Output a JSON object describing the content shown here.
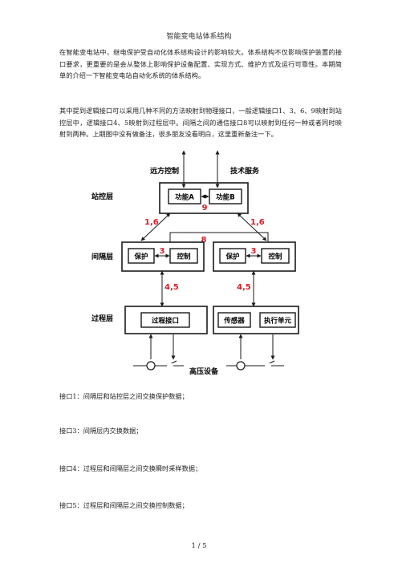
{
  "header": {
    "title": "智能变电站体系结构"
  },
  "paragraphs": {
    "p1": "在智能变电站中，继电保护受自动化体系结构设计的影响较大。体系结构不仅影响保护装置的接口要求，更重要的是会从整体上影响保护设备配置、实现方式、维护方式及运行可靠性。本期简单的介绍一下智能变电站自动化系统的体系结构。",
    "p2": "其中提到逻辑接口可以采用几种不同的方法映射到物理接口，一般逻辑接口1、3、6、9映射到站控层中，逻辑接口4、5映射到过程层中。间隔之间的通信接口8可以映射到任何一种或者同时映射到两种。上期图中没有做备注，很多朋友没看明白，这里重新备注一下。"
  },
  "figure": {
    "top_labels": {
      "remote": "远方控制",
      "tech": "技术服务"
    },
    "layers": {
      "station": "站控层",
      "bay": "间隔层",
      "process": "过程层"
    },
    "station_boxes": {
      "a": "功能A",
      "b": "功能B"
    },
    "bay_boxes": {
      "protect_left": "保护",
      "control_left": "控制",
      "protect_right": "保护",
      "control_right": "控制"
    },
    "process_boxes": {
      "process_interface": "过程接口",
      "sensor": "传感器",
      "actuator": "执行单元"
    },
    "interface_numbers": {
      "n9": "9",
      "n16_left": "1,6",
      "n16_right": "1,6",
      "n8": "8",
      "n3_left": "3",
      "n3_right": "3",
      "n45_left": "4,5",
      "n45_right": "4,5"
    },
    "hv_label": "高压设备",
    "colors": {
      "accent": "#d6202a",
      "box": "#1a1a1a"
    }
  },
  "interfaces": [
    "接口1：间隔层和站控层之间交换保护数据；",
    "接口3：间隔层内交换数据；",
    "接口4：过程层和间隔层之间交换瞬时采样数据；",
    "接口5：过程层和间隔层之间交换控制数据；"
  ],
  "footer": {
    "page": "1 / 5"
  }
}
